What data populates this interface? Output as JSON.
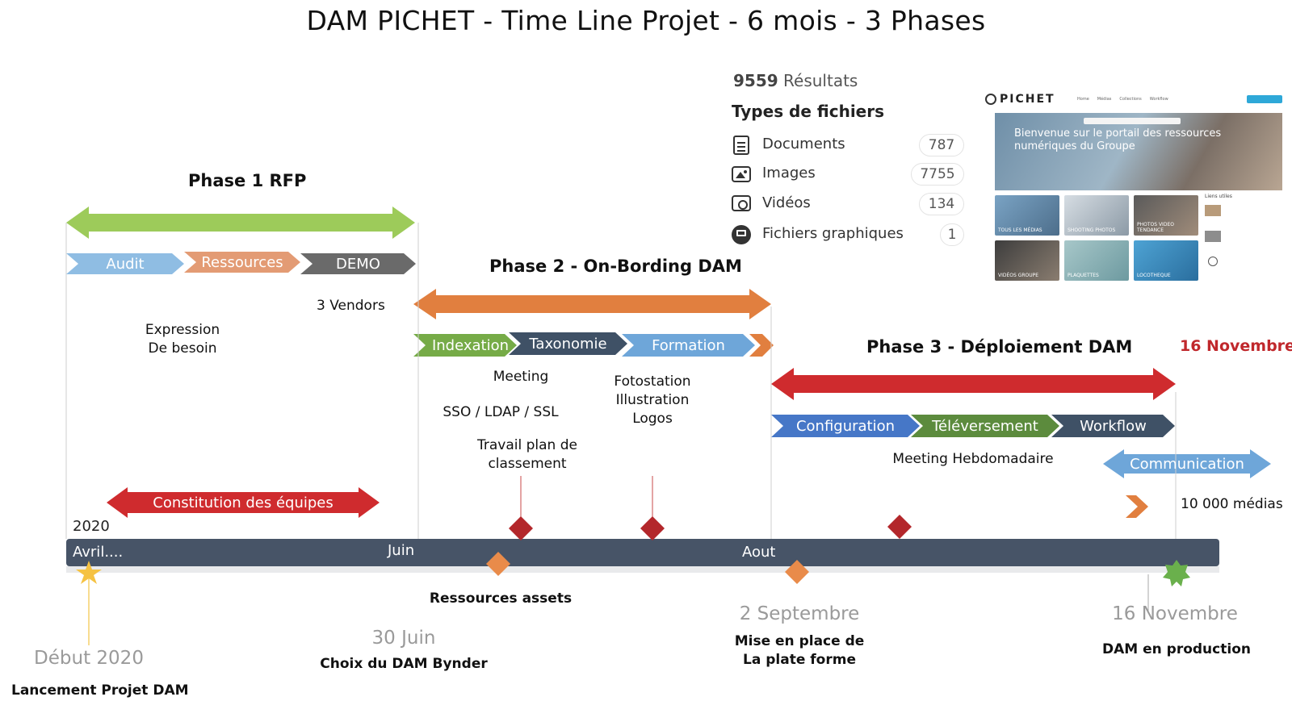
{
  "title": "DAM PICHET - Time Line Projet - 6 mois - 3 Phases",
  "phases": [
    {
      "label": "Phase 1 RFP",
      "color": "#9dcb5a",
      "steps": [
        "Audit",
        "Ressources",
        "DEMO"
      ],
      "notes": [
        "3 Vendors",
        "Expression",
        "De besoin"
      ]
    },
    {
      "label": "Phase 2 - On-Bording DAM",
      "color": "#e17f3f",
      "steps": [
        "Indexation",
        "Taxonomie",
        "Formation"
      ],
      "notes": [
        "Meeting",
        "SSO / LDAP / SSL",
        "Travail plan de",
        "classement",
        "Fotostation",
        "Illustration",
        "Logos"
      ]
    },
    {
      "label": "Phase 3 - Déploiement DAM",
      "color": "#cf2b2e",
      "steps": [
        "Configuration",
        "Téléversement",
        "Workflow"
      ],
      "notes": [
        "Meeting Hebdomadaire",
        "Communication",
        "10 000 médias"
      ]
    }
  ],
  "deadline_label": "16 Novembre",
  "teams_label": "Constitution des équipes",
  "timeline": {
    "year": "2020",
    "ticks": [
      "Avril....",
      "Juin",
      "Aout"
    ]
  },
  "milestones": [
    {
      "date": "Début 2020",
      "label": "Lancement Projet DAM"
    },
    {
      "date": "30 Juin",
      "label": "Choix du DAM Bynder"
    },
    {
      "date": "",
      "label": "Ressources assets"
    },
    {
      "date": "2 Septembre",
      "label_line1": "Mise en place de",
      "label_line2": "La plate forme"
    },
    {
      "date": "16 Novembre",
      "label": "DAM en production"
    }
  ],
  "panel": {
    "results_count": "9559",
    "results_label": "Résultats",
    "heading": "Types de fichiers",
    "types": [
      {
        "icon": "document-icon",
        "label": "Documents",
        "count": "787"
      },
      {
        "icon": "image-icon",
        "label": "Images",
        "count": "7755"
      },
      {
        "icon": "video-icon",
        "label": "Vidéos",
        "count": "134"
      },
      {
        "icon": "graphics-file-icon",
        "label": "Fichiers graphiques",
        "count": "1"
      }
    ]
  },
  "portal": {
    "brand": "PICHET",
    "nav": [
      "Home",
      "Médias",
      "Collections",
      "Workflow"
    ],
    "welcome": "Bienvenue sur le portail des ressources numériques du Groupe",
    "tiles": [
      "TOUS LES MÉDIAS",
      "SHOOTING PHOTOS",
      "PHOTOS VIDEO TENDANCE",
      "VIDÉOS GROUPE",
      "PLAQUETTES",
      "LOCOTHEQUE"
    ],
    "side_title": "Liens utiles"
  },
  "colors": {
    "timeline_bar": "#475467",
    "blue_chevron": "#6ea6d9",
    "salmon_chevron": "#e39b74",
    "gray_chevron": "#6a6a6a",
    "green_chevron": "#76ab47",
    "navy_chevron": "#3f5166",
    "royal_chevron": "#4677c7",
    "dark_green_chevron": "#5c8b3d",
    "diamond_red": "#b3272b",
    "diamond_orange": "#e98b4a",
    "star_gold": "#f5c242",
    "burst_green": "#6ab04c"
  }
}
